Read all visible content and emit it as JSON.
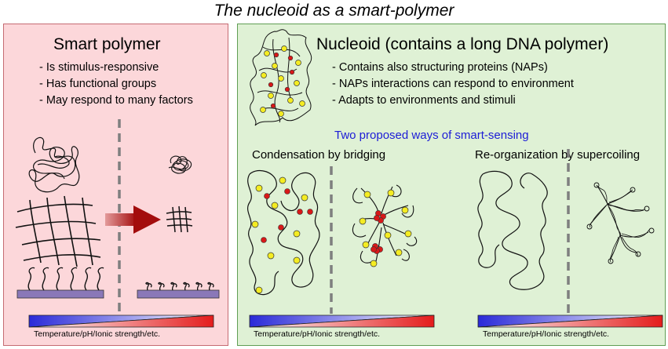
{
  "title": "The nucleoid as a smart-polymer",
  "left_panel": {
    "heading": "Smart polymer",
    "bullets": [
      "Is stimulus-responsive",
      "Has functional groups",
      "May respond to many factors"
    ],
    "scale_label": "Temperature/pH/Ionic strength/etc."
  },
  "right_panel": {
    "heading": "Nucleoid (contains a long DNA polymer)",
    "bullets": [
      "Contains also structuring proteins (NAPs)",
      "NAPs interactions can respond to environment",
      "Adapts to environments and stimuli"
    ],
    "proposal_title": "Two proposed ways of smart-sensing",
    "way1": {
      "title": "Condensation by bridging",
      "scale_label": "Temperature/pH/Ionic strength/etc."
    },
    "way2": {
      "title": "Re-organization by supercoiling",
      "scale_label": "Temperature/pH/Ionic strength/etc."
    }
  },
  "colors": {
    "left_bg": "#fcd7da",
    "right_bg": "#dff1d5",
    "arrow": "#b01818",
    "substrate": "#8a78b8",
    "protein_red": "#d81818",
    "protein_yellow": "#f4ec22",
    "gradient_blue": "#2a2ad8",
    "gradient_red": "#e41c1c",
    "subtitle_blue": "#1c1cd6"
  }
}
